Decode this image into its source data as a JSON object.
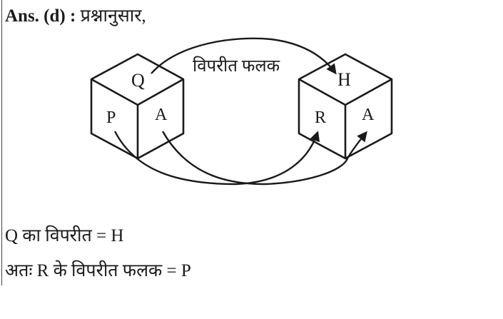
{
  "heading": {
    "prefix": "Ans. (d) :",
    "text": " प्रश्नानुसार,"
  },
  "diagram": {
    "label": "विपरीत फलक",
    "cube_left": {
      "top_face": "Q",
      "left_face": "P",
      "right_face": "A"
    },
    "cube_right": {
      "top_face": "H",
      "left_face": "R",
      "right_face": "A"
    },
    "stroke_color": "#1a1a1a"
  },
  "conclusion": {
    "line1": "Q का विपरीत = H",
    "line2": "अतः R के विपरीत फलक = P"
  }
}
